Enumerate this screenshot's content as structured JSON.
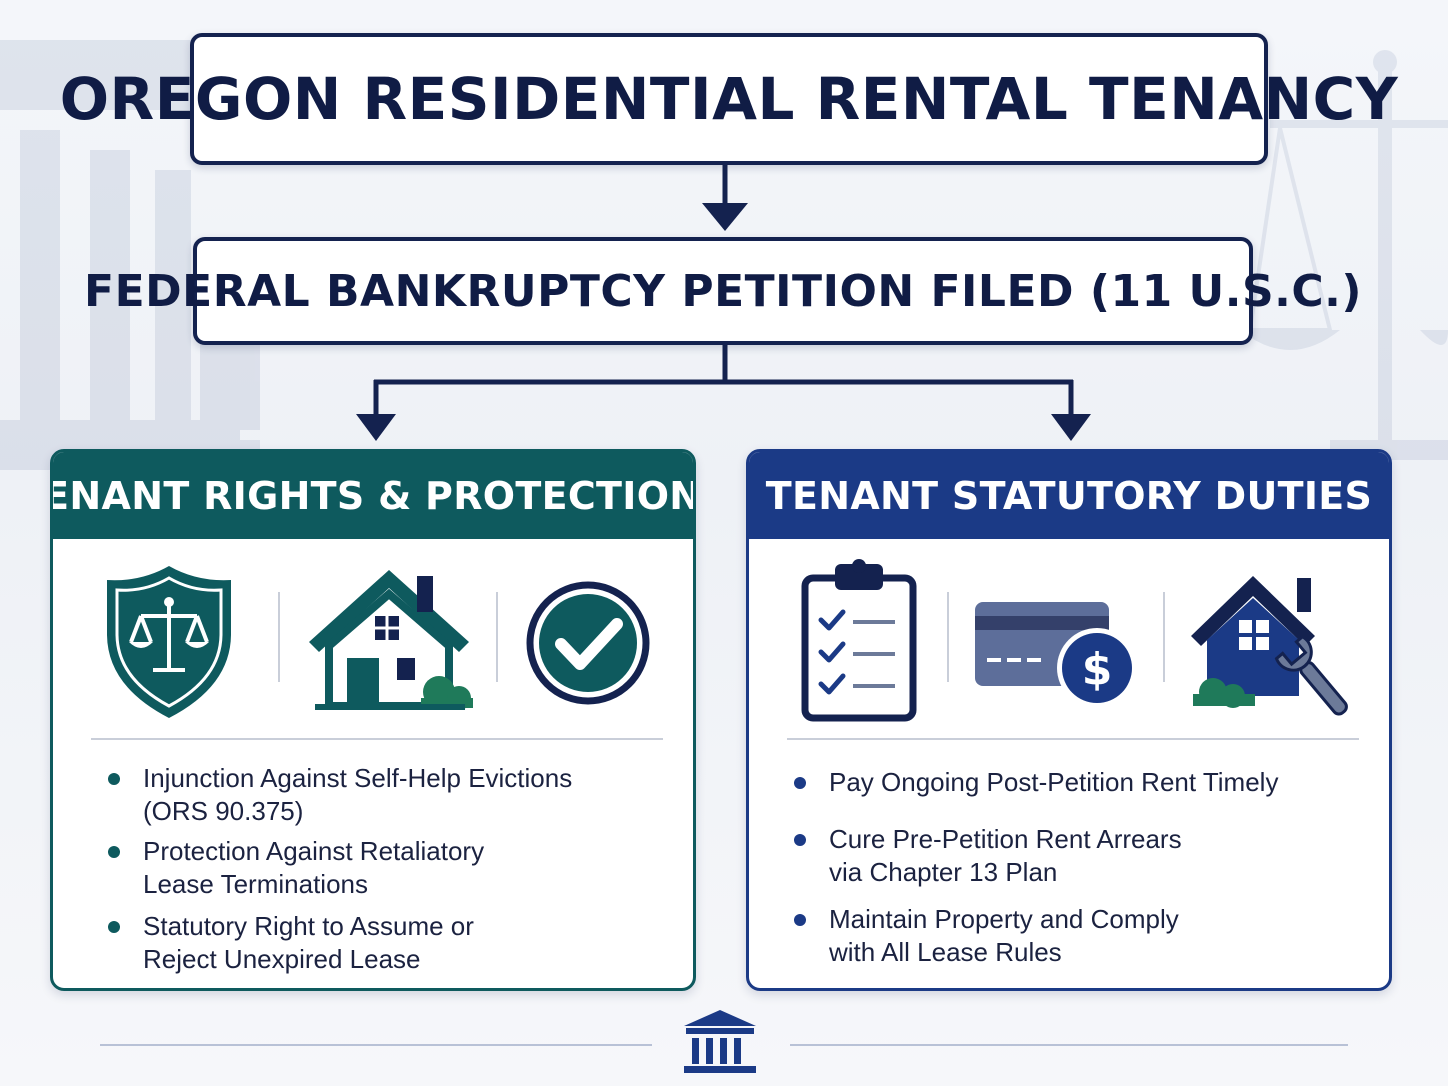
{
  "diagram": {
    "title": "OREGON RESIDENTIAL RENTAL TENANCY",
    "subtitle": "FEDERAL BANKRUPTCY PETITION FILED (11 U.S.C.)",
    "left_panel": {
      "heading": "TENANT RIGHTS & PROTECTIONS",
      "icons": [
        "shield-scales-icon",
        "house-icon",
        "checkmark-circle-icon"
      ],
      "items": [
        "Injunction Against Self-Help Evictions\n(ORS 90.375)",
        "Protection Against Retaliatory\nLease Terminations",
        "Statutory Right to Assume or\nReject Unexpired Lease"
      ]
    },
    "right_panel": {
      "heading": "TENANT STATUTORY DUTIES",
      "icons": [
        "clipboard-checklist-icon",
        "credit-card-dollar-icon",
        "house-wrench-icon"
      ],
      "items": [
        "Pay Ongoing Post-Petition Rent Timely",
        "Cure Pre-Petition Rent Arrears\nvia Chapter 13 Plan",
        "Maintain Property and Comply\nwith All Lease Rules"
      ]
    },
    "footer_icon": "courthouse-icon"
  },
  "colors": {
    "navy": "#14224f",
    "teal": "#0e5a5e",
    "blue": "#1b3a86",
    "background": "#f4f6fa"
  }
}
